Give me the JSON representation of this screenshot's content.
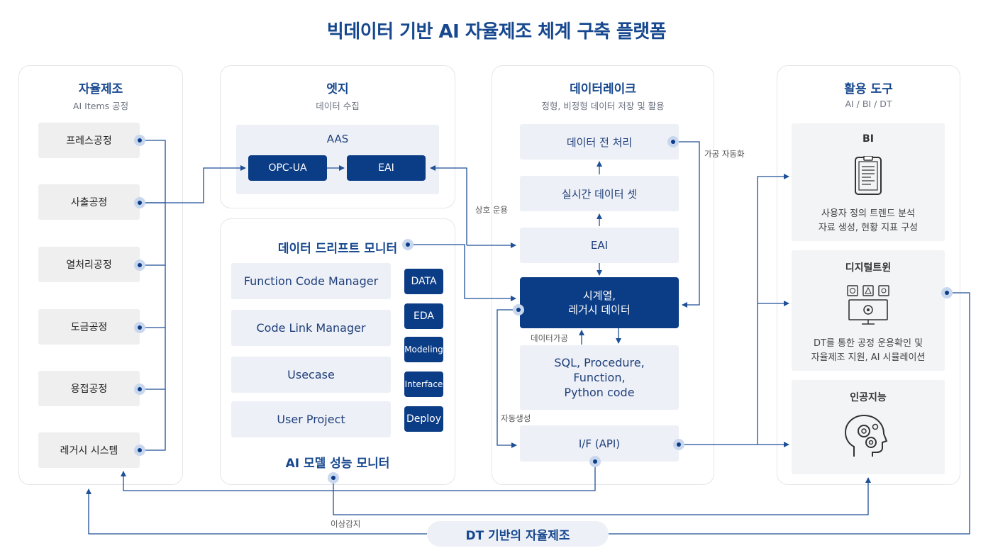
{
  "title": "빅데이터 기반 AI 자율제조 체계 구축 플랫폼",
  "panels": {
    "manufacturing": {
      "title": "자율제조",
      "subtitle": "AI Items 공정",
      "items": [
        "프레스공정",
        "사출공정",
        "열처리공정",
        "도금공정",
        "용접공정",
        "레거시 시스템"
      ]
    },
    "edge": {
      "title": "엣지",
      "subtitle": "데이터 수집",
      "aas": "AAS",
      "opcua": "OPC-UA",
      "eai": "EAI"
    },
    "monitor": {
      "title": "데이터 드리프트 모니터",
      "modules": [
        "Function Code Manager",
        "Code Link Manager",
        "Usecase",
        "User Project"
      ],
      "tags": [
        "DATA",
        "EDA",
        "Modeling",
        "Interface",
        "Deploy"
      ],
      "footer": "AI 모델 성능 모니터"
    },
    "lake": {
      "title": "데이터레이크",
      "subtitle": "정형, 비정형 데이터 저장 및 활용",
      "preprocess": "데이터 전 처리",
      "realtime": "실시간 데이터 셋",
      "eai": "EAI",
      "timeseries": "시계열,\n레거시 데이터",
      "sql": "SQL, Procedure,\nFunction,\nPython code",
      "api": "I/F (API)"
    },
    "tools": {
      "title": "활용 도구",
      "subtitle": "AI / BI / DT",
      "bi": {
        "title": "BI",
        "desc": "사용자 정의 트렌드 분석\n자료 생성, 현황 지표 구성"
      },
      "dt": {
        "title": "디지털트윈",
        "desc": "DT를 통한 공정 운용확인 및\n자율제조 지원, AI 시뮬레이션"
      },
      "ai": {
        "title": "인공지능"
      }
    }
  },
  "labels": {
    "auto_process": "가공 자동화",
    "interop": "상호 운용",
    "data_process": "데이터가공",
    "auto_gen": "자동생성",
    "anomaly": "이상감지"
  },
  "footer_pill": "DT 기반의 자율제조",
  "colors": {
    "navy": "#0b3c86",
    "title_blue": "#17488f",
    "light_box": "#edf0f7",
    "line": "#1f4f96"
  }
}
